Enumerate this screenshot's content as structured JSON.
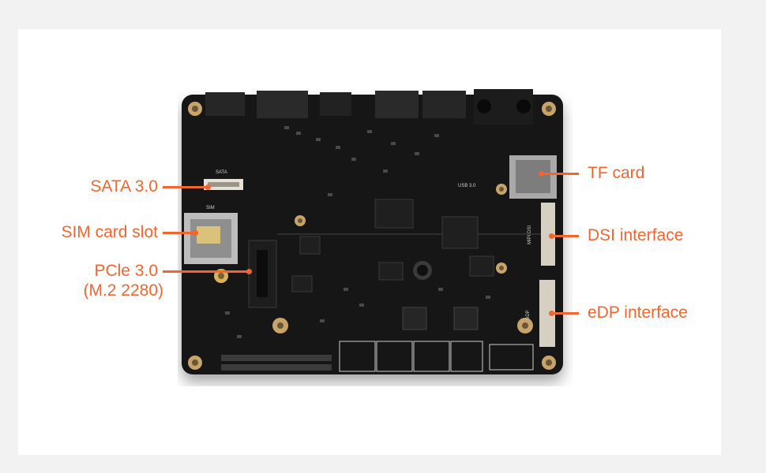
{
  "colors": {
    "background": "#f2f2f2",
    "card": "#ffffff",
    "accent": "#f2652e",
    "board": "#121212"
  },
  "board": {
    "silkscreen": {
      "sata": "SATA",
      "sim": "SIM",
      "usb": "USB 3.0",
      "dsi": "MIPI DSI",
      "edp": "eDP"
    }
  },
  "callouts": {
    "sata": "SATA 3.0",
    "sim": "SIM card slot",
    "pcie_line1": "PCle 3.0",
    "pcie_line2": "(M.2 2280)",
    "tf": "TF card",
    "dsi": "DSI interface",
    "edp": "eDP interface"
  }
}
